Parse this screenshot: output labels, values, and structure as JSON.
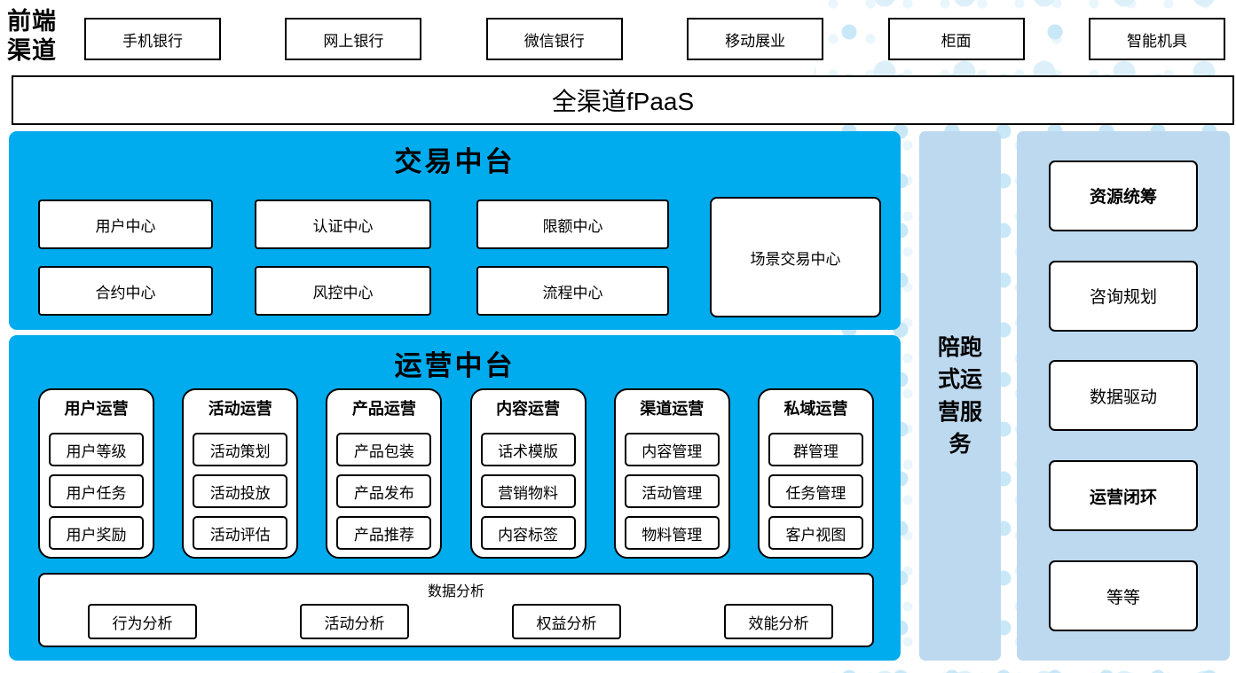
{
  "colors": {
    "accent_blue": "#00ACEE",
    "light_blue": "#BDD9F0",
    "dot_blue": "#C9E8F7",
    "dot_blue_light": "#DDF0FA"
  },
  "frontend": {
    "label": "前端渠道",
    "channels": [
      "手机银行",
      "网上银行",
      "微信银行",
      "移动展业",
      "柜面",
      "智能机具"
    ]
  },
  "fpaas": {
    "label": "全渠道fPaaS"
  },
  "trading": {
    "title": "交易中台",
    "row1": [
      "用户中心",
      "认证中心",
      "限额中心"
    ],
    "row2": [
      "合约中心",
      "风控中心",
      "流程中心"
    ],
    "scene_center": "场景交易中心"
  },
  "operations": {
    "title": "运营中台",
    "columns": [
      {
        "header": "用户运营",
        "items": [
          "用户等级",
          "用户任务",
          "用户奖励"
        ]
      },
      {
        "header": "活动运营",
        "items": [
          "活动策划",
          "活动投放",
          "活动评估"
        ]
      },
      {
        "header": "产品运营",
        "items": [
          "产品包装",
          "产品发布",
          "产品推荐"
        ]
      },
      {
        "header": "内容运营",
        "items": [
          "话术模版",
          "营销物料",
          "内容标签"
        ]
      },
      {
        "header": "渠道运营",
        "items": [
          "内容管理",
          "活动管理",
          "物料管理"
        ]
      },
      {
        "header": "私域运营",
        "items": [
          "群管理",
          "任务管理",
          "客户视图"
        ]
      }
    ],
    "analysis": {
      "title": "数据分析",
      "items": [
        "行为分析",
        "活动分析",
        "权益分析",
        "效能分析"
      ]
    }
  },
  "sidebar": {
    "accompany_label": "陪跑式运营服务",
    "services": [
      {
        "label": "资源统筹",
        "bold": true
      },
      {
        "label": "咨询规划",
        "bold": false
      },
      {
        "label": "数据驱动",
        "bold": false
      },
      {
        "label": "运营闭环",
        "bold": true
      },
      {
        "label": "等等",
        "bold": false
      }
    ]
  }
}
